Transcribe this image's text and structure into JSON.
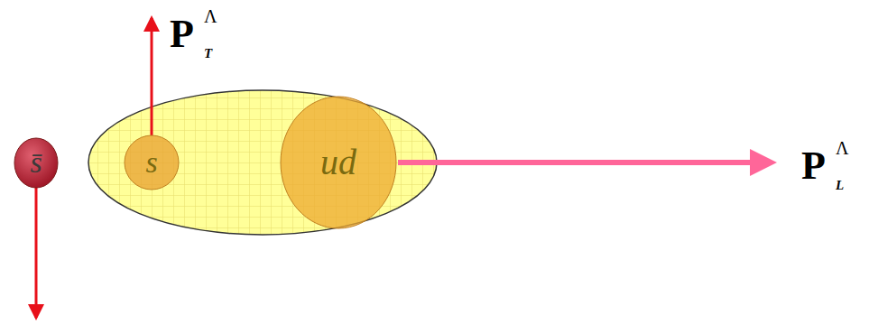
{
  "diagram": {
    "nodes": [
      {
        "text": [
          "s̄"
        ]
      },
      {
        "text": [
          "s"
        ]
      },
      {
        "text": [
          "ud"
        ]
      }
    ],
    "labels": [
      "P",
      "Λ",
      "T",
      "P",
      "Λ",
      "L"
    ]
  }
}
